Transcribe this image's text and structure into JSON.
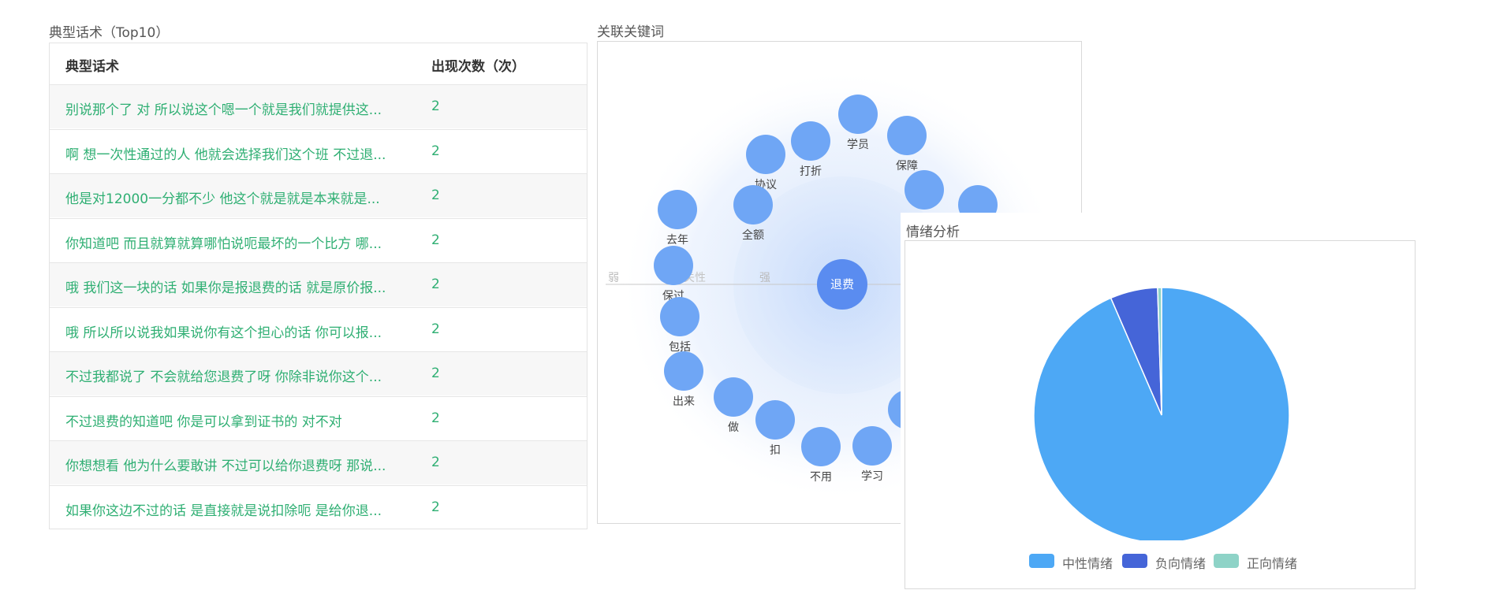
{
  "table": {
    "title": "典型话术（Top10）",
    "headers": [
      "典型话术",
      "出现次数（次）"
    ],
    "rows": [
      {
        "text": "别说那个了 对 所以说这个嗯一个就是我们就提供这...",
        "count": "2"
      },
      {
        "text": "啊 想一次性通过的人 他就会选择我们这个班 不过退...",
        "count": "2"
      },
      {
        "text": "他是对12000一分都不少 他这个就是就是本来就是...",
        "count": "2"
      },
      {
        "text": "你知道吧 而且就算就算哪怕说呃最坏的一个比方 哪...",
        "count": "2"
      },
      {
        "text": "哦 我们这一块的话 如果你是报退费的话 就是原价报...",
        "count": "2"
      },
      {
        "text": "哦 所以所以说我如果说你有这个担心的话 你可以报...",
        "count": "2"
      },
      {
        "text": "不过我都说了 不会就给您退费了呀 你除非说你这个...",
        "count": "2"
      },
      {
        "text": "不过退费的知道吧 你是可以拿到证书的 对不对",
        "count": "2"
      },
      {
        "text": "你想想看 他为什么要敢讲 不过可以给你退费呀 那说...",
        "count": "2"
      },
      {
        "text": "如果你这边不过的话 是直接就是说扣除呃 是给你退...",
        "count": "2"
      }
    ]
  },
  "keywords": {
    "title": "关联关键词",
    "center": "退费",
    "scale": {
      "weak": "弱",
      "relevance": "相关性",
      "strong": "强"
    },
    "inner_ring": [
      "全额"
    ],
    "outer_ring": [
      "学员",
      "保障",
      "打折",
      "协议",
      "去年",
      "保过",
      "包括",
      "出来",
      "做",
      "扣",
      "不用",
      "学习"
    ],
    "colors": {
      "bubble": "#6fa6f5",
      "center": "#5a8cf0"
    }
  },
  "emotion": {
    "title": "情绪分析",
    "chart_data": {
      "type": "pie",
      "slices": [
        {
          "label": "中性情绪",
          "value": 93.5,
          "color": "#4da8f5"
        },
        {
          "label": "负向情绪",
          "value": 6.0,
          "color": "#4565d8"
        },
        {
          "label": "正向情绪",
          "value": 0.5,
          "color": "#8ed3c7"
        }
      ],
      "legend": "bottom"
    }
  }
}
